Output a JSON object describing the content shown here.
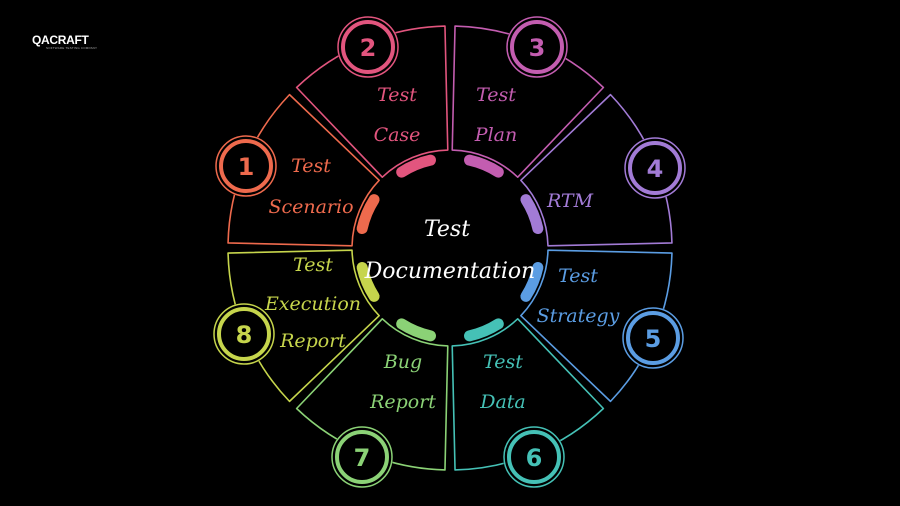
{
  "brand": {
    "logo_text": "QACRAFT",
    "logo_sub": "SOFTWARE TESTING COMPANY"
  },
  "center": {
    "line1": "Test",
    "line2": "Documentation"
  },
  "segments": [
    {
      "number": "1",
      "lines": [
        "Test",
        "Scenario"
      ],
      "color": "#ee6a4d"
    },
    {
      "number": "2",
      "lines": [
        "Test",
        "Case"
      ],
      "color": "#e2557e"
    },
    {
      "number": "3",
      "lines": [
        "Test",
        "Plan"
      ],
      "color": "#c35db0"
    },
    {
      "number": "4",
      "lines": [
        "RTM"
      ],
      "color": "#a27bd6"
    },
    {
      "number": "5",
      "lines": [
        "Test",
        "Strategy"
      ],
      "color": "#5b9de3"
    },
    {
      "number": "6",
      "lines": [
        "Test",
        "Data"
      ],
      "color": "#45c1b6"
    },
    {
      "number": "7",
      "lines": [
        "Bug",
        "Report"
      ],
      "color": "#8bd276"
    },
    {
      "number": "8",
      "lines": [
        "Test",
        "Execution",
        "Report"
      ],
      "color": "#c6d54c"
    }
  ]
}
